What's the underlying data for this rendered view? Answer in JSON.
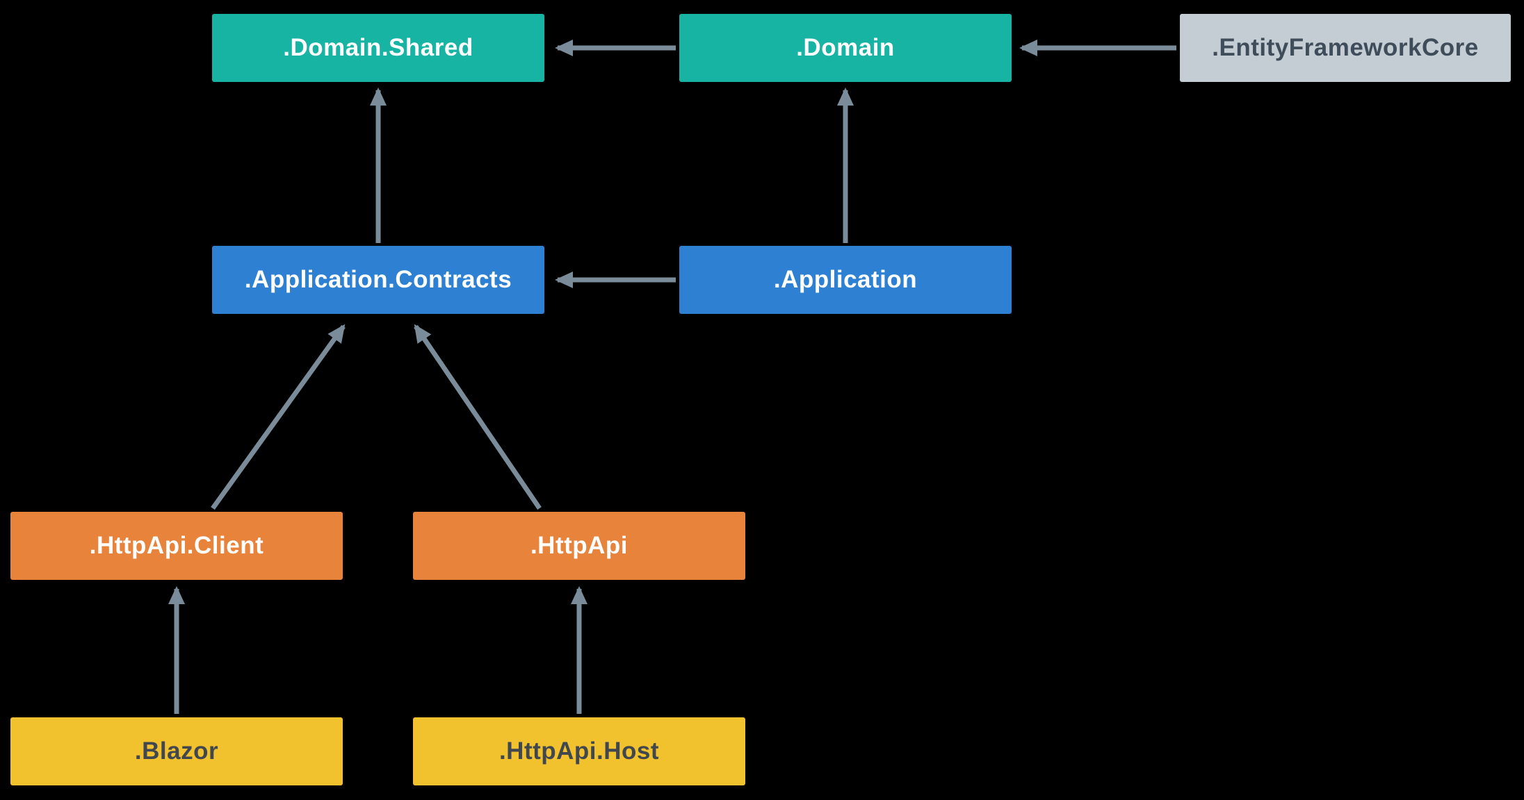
{
  "diagram": {
    "background_color": "#000000",
    "arrow_color": "#7a8b99",
    "nodes": [
      {
        "id": "domain-shared",
        "label": ".Domain.Shared",
        "color": "#17b3a3",
        "text_color": "#ffffff"
      },
      {
        "id": "domain",
        "label": ".Domain",
        "color": "#17b3a3",
        "text_color": "#ffffff"
      },
      {
        "id": "entity-framework-core",
        "label": ".EntityFrameworkCore",
        "color": "#c4ccd4",
        "text_color": "#3f4d5a"
      },
      {
        "id": "application-contracts",
        "label": ".Application.Contracts",
        "color": "#2d80d2",
        "text_color": "#ffffff"
      },
      {
        "id": "application",
        "label": ".Application",
        "color": "#2d80d2",
        "text_color": "#ffffff"
      },
      {
        "id": "httpapi-client",
        "label": ".HttpApi.Client",
        "color": "#e8833c",
        "text_color": "#ffffff"
      },
      {
        "id": "httpapi",
        "label": ".HttpApi",
        "color": "#e8833c",
        "text_color": "#ffffff"
      },
      {
        "id": "blazor",
        "label": ".Blazor",
        "color": "#f2c12e",
        "text_color": "#40474e"
      },
      {
        "id": "httpapi-host",
        "label": ".HttpApi.Host",
        "color": "#f2c12e",
        "text_color": "#40474e"
      }
    ],
    "edges": [
      {
        "from": "domain",
        "to": "domain-shared"
      },
      {
        "from": "entity-framework-core",
        "to": "domain"
      },
      {
        "from": "application-contracts",
        "to": "domain-shared"
      },
      {
        "from": "application",
        "to": "domain"
      },
      {
        "from": "application",
        "to": "application-contracts"
      },
      {
        "from": "httpapi-client",
        "to": "application-contracts"
      },
      {
        "from": "httpapi",
        "to": "application-contracts"
      },
      {
        "from": "blazor",
        "to": "httpapi-client"
      },
      {
        "from": "httpapi-host",
        "to": "httpapi"
      }
    ]
  }
}
